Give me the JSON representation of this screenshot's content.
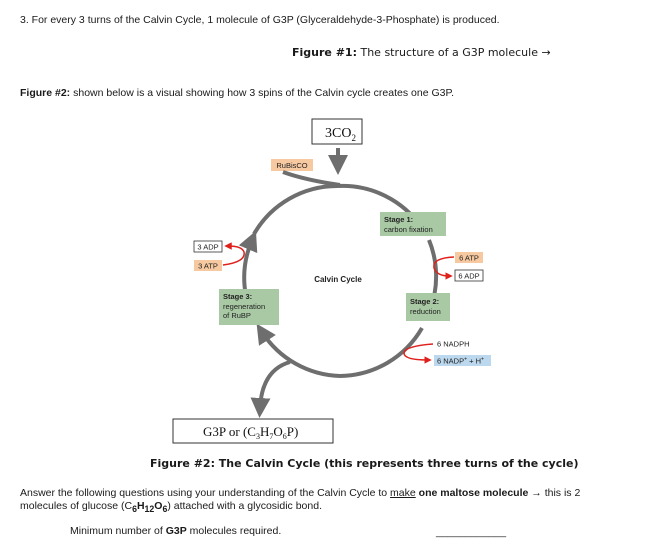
{
  "intro": {
    "question": "3. For every 3 turns of the Calvin Cycle, 1 molecule of G3P (Glyceraldehyde-3-Phosphate) is produced.",
    "figure1_label": "Figure #1:",
    "figure1_text": "The structure of a G3P molecule →",
    "figure2_label": "Figure #2:",
    "figure2_text": "shown below is a visual showing how 3 spins of the Calvin cycle creates one G3P."
  },
  "diagram": {
    "input_label_main": "3CO",
    "input_label_sub": "2",
    "enzyme": "RuBisCO",
    "center_label": "Calvin Cycle",
    "stage1_title": "Stage 1:",
    "stage1_desc": "carbon fixation",
    "stage2_title": "Stage 2:",
    "stage2_desc": "reduction",
    "stage3_title": "Stage 3:",
    "stage3_desc1": "regeneration",
    "stage3_desc2": "of RuBP",
    "stage3_adp": "3 ADP",
    "stage3_atp": "3 ATP",
    "stage2_atp": "6 ATP",
    "stage2_adp": "6 ADP",
    "nadph": "6 NADPH",
    "nadp": "6 NADP",
    "nadp_sup": "+",
    "nadp_tail": " + H",
    "nadp_tail_sup": "+",
    "output_prefix": "G3P or (C",
    "output_s1": "3",
    "output_h": "H",
    "output_s2": "7",
    "output_o": "O",
    "output_s3": "6",
    "output_suffix": "P)",
    "colors": {
      "cycle": "#6e6e6e",
      "stage_box": "#a9c9a4",
      "enzyme_box": "#f7c9a0",
      "atp_box": "#f7c9a0",
      "nadp_box": "#bcd8ee",
      "red_arrow": "#e0201b"
    }
  },
  "caption": "Figure #2: The Calvin Cycle (this represents three turns of the cycle)",
  "answer": {
    "lead": "Answer the following questions using your understanding of the Calvin Cycle to ",
    "make": "make",
    "bold": "one maltose molecule",
    "mid": " → this is 2",
    "line2_start": "molecules of glucose (C",
    "s1": "6",
    "h": "H",
    "s2": "12",
    "o": "O",
    "s3": "6",
    "line2_end": ") attached with a glycosidic bond."
  },
  "min_required": {
    "prefix": "Minimum number of ",
    "bold": "G3P",
    "suffix": " molecules required.",
    "blank": "____________"
  }
}
